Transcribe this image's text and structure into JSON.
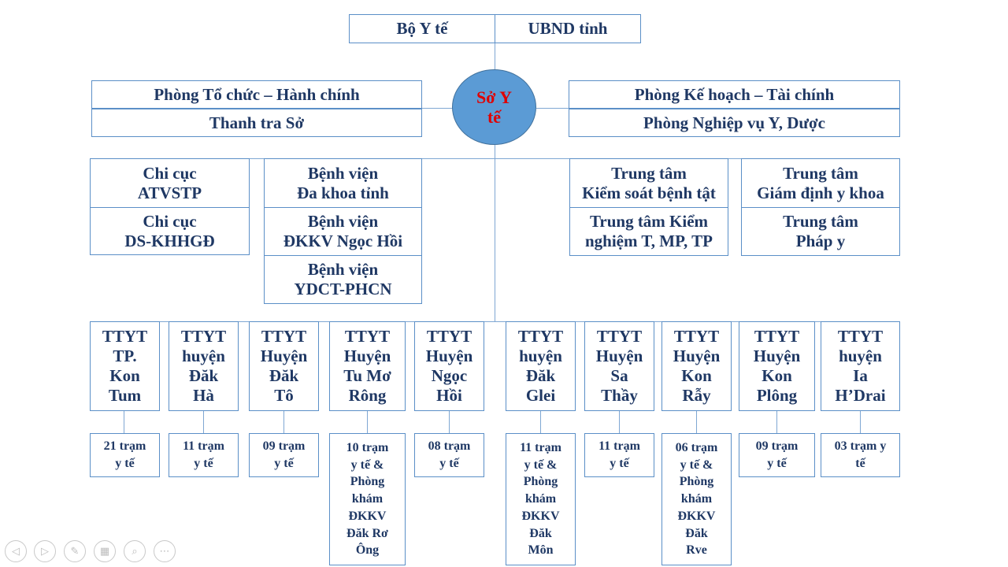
{
  "top_boxes": {
    "ministry": "Bộ Y tế",
    "province": "UBND tỉnh"
  },
  "center": "Sở Y\ntế",
  "departments_left": [
    "Phòng Tổ chức – Hành chính",
    "Thanh tra Sở"
  ],
  "departments_right": [
    "Phòng Kế hoạch – Tài chính",
    "Phòng Nghiệp vụ Y, Dược"
  ],
  "units": {
    "chi_cuc_atvstp": "Chi cục\nATVSTP",
    "chi_cuc_dskhhgd": "Chi cục\nDS-KHHGĐ",
    "bv_da_khoa": "Bệnh viện\nĐa khoa tỉnh",
    "bv_ngoc_hoi": "Bệnh viện\nĐKKV Ngọc Hồi",
    "bv_ydct": "Bệnh viện\nYDCT-PHCN",
    "tt_kiem_soat": "Trung tâm\nKiểm soát bệnh tật",
    "tt_kiem_nghiem": "Trung tâm Kiểm\nnghiệm T, MP, TP",
    "tt_giam_dinh": "Trung tâm\nGiám định y khoa",
    "tt_phap_y": "Trung tâm\nPháp y"
  },
  "ttyt": [
    {
      "name": "TTYT\nTP.\nKon\nTum",
      "stations": "21 trạm\ny tế"
    },
    {
      "name": "TTYT\nhuyện\nĐăk\nHà",
      "stations": "11 trạm\ny tế"
    },
    {
      "name": "TTYT\nHuyện\nĐăk\nTô",
      "stations": "09 trạm\ny tế"
    },
    {
      "name": "TTYT\nHuyện\nTu Mơ\nRông",
      "stations": "10 trạm\ny tế &\nPhòng\nkhám\nĐKKV\nĐăk Rơ\nÔng"
    },
    {
      "name": "TTYT\nHuyện\nNgọc\nHồi",
      "stations": "08 trạm\ny tế"
    },
    {
      "name": "TTYT\nhuyện\nĐăk\nGlei",
      "stations": "11 trạm\ny tế &\nPhòng\nkhám\nĐKKV\nĐăk\nMôn"
    },
    {
      "name": "TTYT\nHuyện\nSa\nThầy",
      "stations": "11 trạm\ny tế"
    },
    {
      "name": "TTYT\nHuyện\nKon\nRẫy",
      "stations": "06 trạm\ny tế &\nPhòng\nkhám\nĐKKV\nĐăk\nRve"
    },
    {
      "name": "TTYT\nHuyện\nKon\nPlông",
      "stations": "09 trạm\ny tế"
    },
    {
      "name": "TTYT\nhuyện\nIa\nH’Drai",
      "stations": "03 trạm y\ntế"
    }
  ],
  "controls": [
    {
      "icon": "previous-icon",
      "glyph": "◁"
    },
    {
      "icon": "next-icon",
      "glyph": "▷"
    },
    {
      "icon": "pen-icon",
      "glyph": "✎"
    },
    {
      "icon": "slides-icon",
      "glyph": "▦"
    },
    {
      "icon": "zoom-icon",
      "glyph": "⌕"
    },
    {
      "icon": "more-icon",
      "glyph": "⋯"
    }
  ],
  "colors": {
    "box_border": "#5b8fc7",
    "text": "#1f3864",
    "circle_fill": "#5b9bd5",
    "circle_text": "#e00000"
  }
}
